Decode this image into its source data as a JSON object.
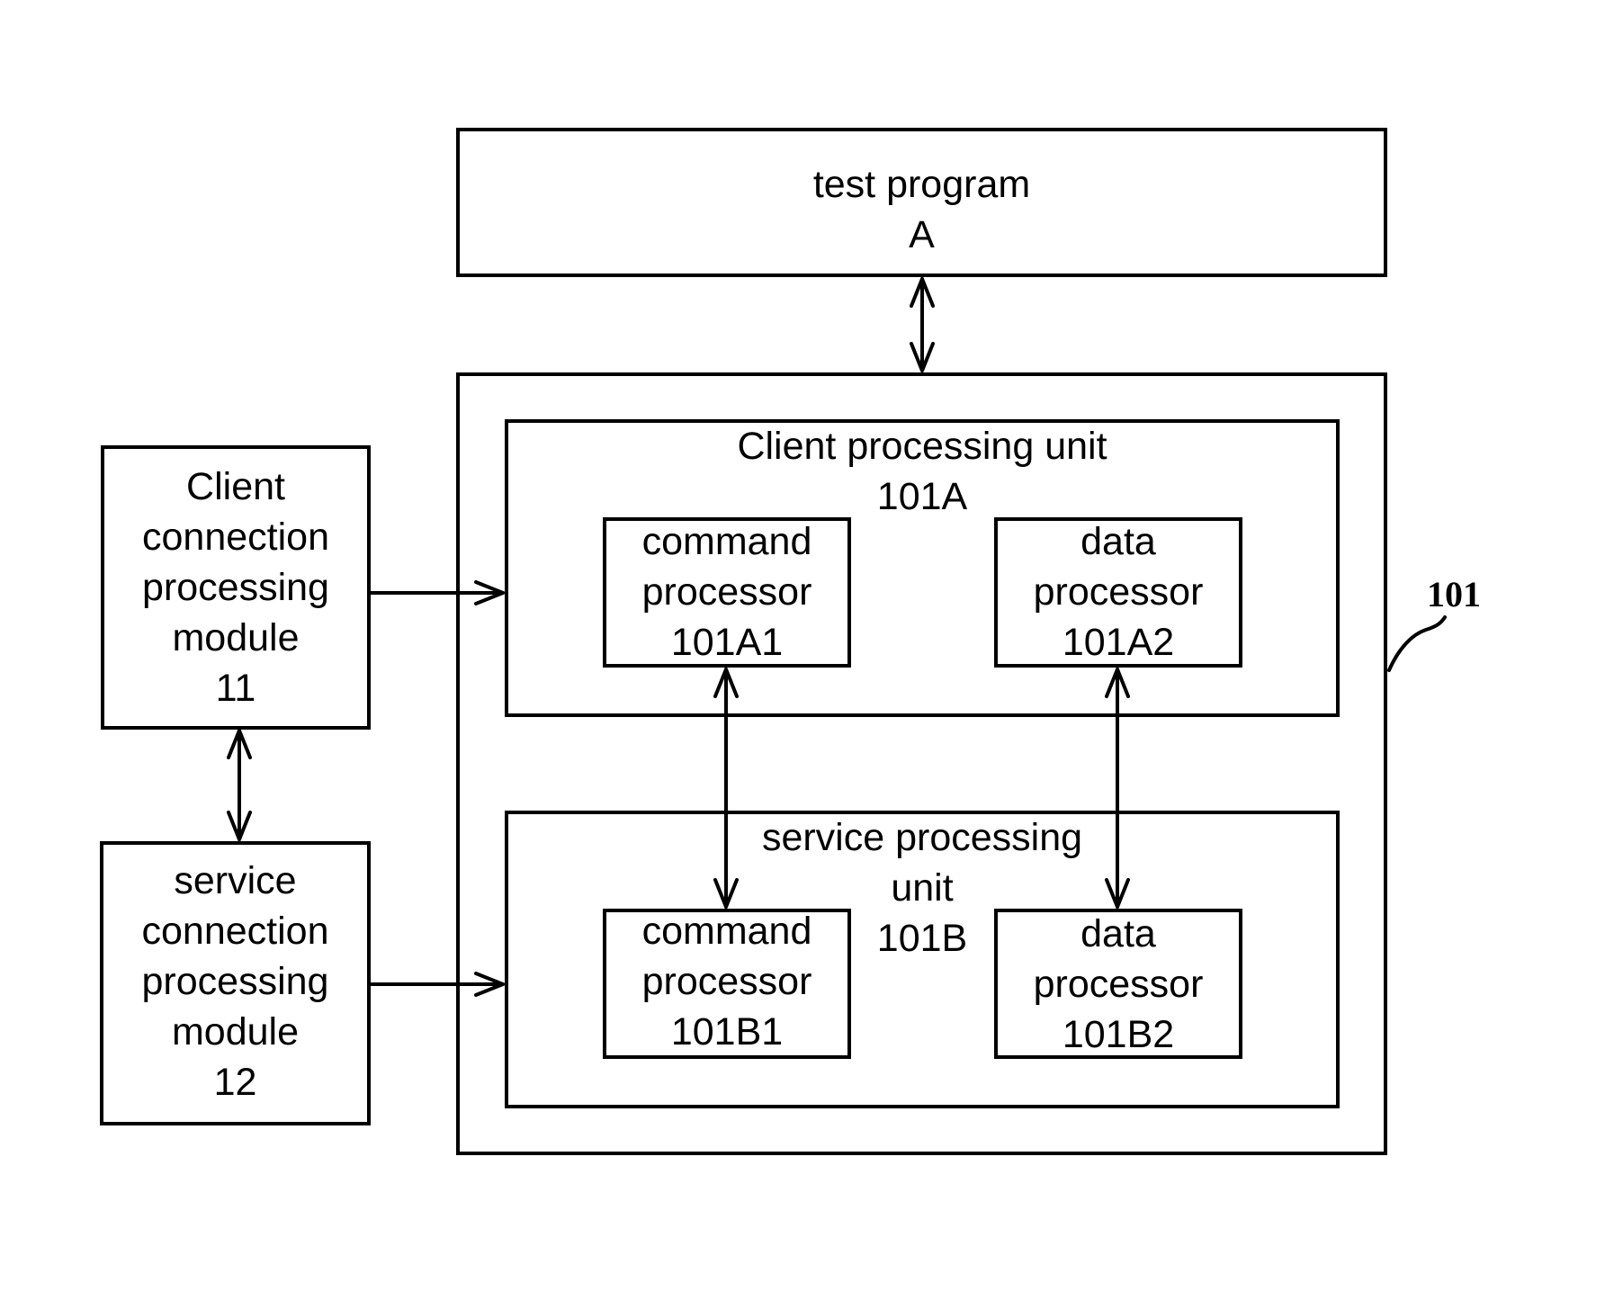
{
  "blocks": {
    "test_program": {
      "line1": "test program",
      "line2": "A"
    },
    "client_conn": {
      "line1": "Client",
      "line2": "connection",
      "line3": "processing",
      "line4": "module",
      "line5": "11"
    },
    "service_conn": {
      "line1": "service",
      "line2": "connection",
      "line3": "processing",
      "line4": "module",
      "line5": "12"
    },
    "client_unit": {
      "line1": "Client processing unit",
      "line2": "101A"
    },
    "service_unit": {
      "line1": "service processing",
      "line2": "unit",
      "line3": "101B"
    },
    "cmd_a1": {
      "line1": "command",
      "line2": "processor",
      "line3": "101A1"
    },
    "data_a2": {
      "line1": "data",
      "line2": "processor",
      "line3": "101A2"
    },
    "cmd_b1": {
      "line1": "command",
      "line2": "processor",
      "line3": "101B1"
    },
    "data_b2": {
      "line1": "data",
      "line2": "processor",
      "line3": "101B2"
    }
  },
  "reference": {
    "system": "101"
  },
  "connections": [
    {
      "from": "test_program",
      "to": "system_101",
      "direction": "bidirectional"
    },
    {
      "from": "client_conn",
      "to": "service_conn",
      "direction": "bidirectional"
    },
    {
      "from": "client_conn",
      "to": "client_unit",
      "direction": "forward"
    },
    {
      "from": "service_conn",
      "to": "service_unit",
      "direction": "forward"
    },
    {
      "from": "cmd_a1",
      "to": "cmd_b1",
      "direction": "bidirectional"
    },
    {
      "from": "data_a2",
      "to": "data_b2",
      "direction": "bidirectional"
    }
  ],
  "colors": {
    "line": "#000000",
    "background": "#ffffff"
  }
}
